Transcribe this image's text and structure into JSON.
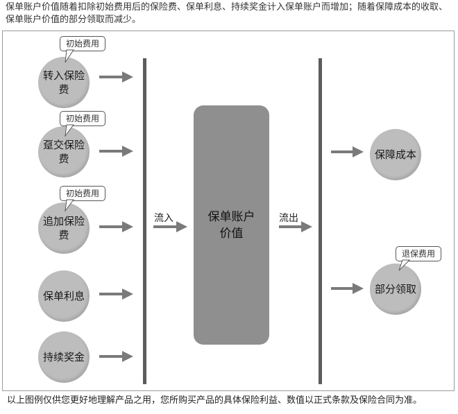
{
  "intro_text": "保单账户价值随着扣除初始费用后的保险费、保单利息、持续奖金计入保单账户而增加；随着保障成本的收取、保单账户价值的部分领取而减少。",
  "inflows": [
    {
      "label": "转入保险费",
      "callout": "初始费用"
    },
    {
      "label": "趸交保险费",
      "callout": "初始费用"
    },
    {
      "label": "追加保险费",
      "callout": "初始费用"
    },
    {
      "label": "保单利息",
      "callout": ""
    },
    {
      "label": "持续奖金",
      "callout": ""
    }
  ],
  "in_label": "流入",
  "account_label": "保单账户价值",
  "out_label": "流出",
  "outflows": [
    {
      "label": "保障成本",
      "callout": ""
    },
    {
      "label": "部分领取",
      "callout": "退保费用"
    }
  ],
  "footer_text": "以上图例仅供您更好地理解产品之用，您所购买产品的具体保险利益、数值以正式条款及保险合同为准。"
}
